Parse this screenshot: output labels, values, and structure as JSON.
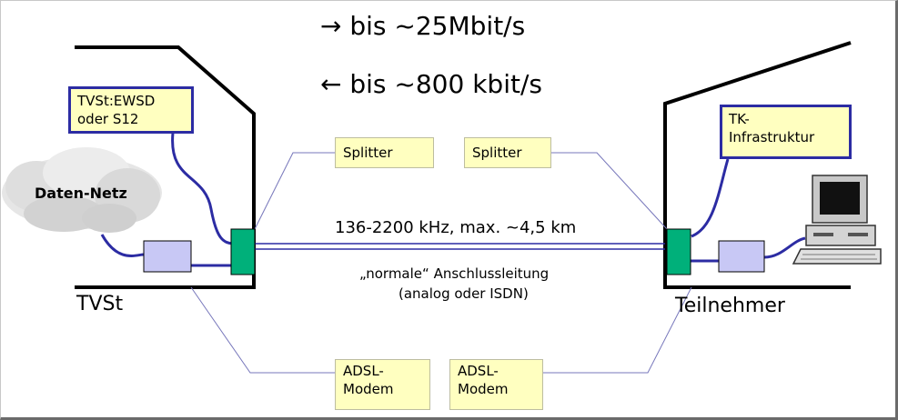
{
  "header": {
    "downstream": "→ bis ~25Mbit/s",
    "upstream": "← bis ~800 kbit/s"
  },
  "left": {
    "exchange_label": "TVSt",
    "switch_box": [
      "TVSt:EWSD",
      "oder S12"
    ],
    "cloud_label": "Daten-Netz",
    "splitter_label": "Splitter",
    "modem_label": [
      "ADSL-",
      "Modem"
    ]
  },
  "right": {
    "subscriber_label": "Teilnehmer",
    "tk_box": [
      "TK-",
      "Infrastruktur"
    ],
    "splitter_label": "Splitter",
    "modem_label": [
      "ADSL-",
      "Modem"
    ]
  },
  "line": {
    "frequency": "136-2200 kHz, max. ~4,5 km",
    "type": "„normale“ Anschlussleitung",
    "type_detail": "(analog oder ISDN)"
  },
  "colors": {
    "building": "#000000",
    "wire_blue": "#2c2ca3",
    "callout": "#7777bb",
    "splitter_green": "#00b07a",
    "modem_fill": "#c8c8f5",
    "label_fill": "#ffffc0"
  }
}
